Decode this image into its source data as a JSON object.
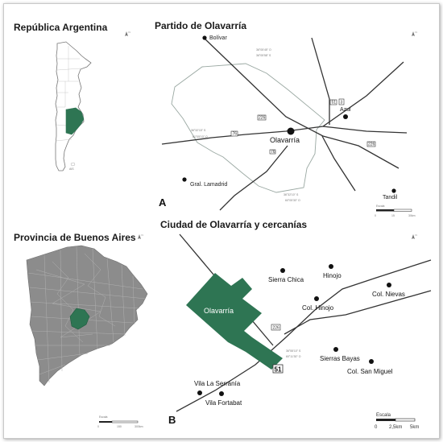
{
  "panels": {
    "argentina": {
      "title": "República Argentina",
      "islands_label": "AIS"
    },
    "olavarria_partido": {
      "title": "Partido de Olavarría",
      "letter": "A",
      "places": [
        "Bolívar",
        "Azul",
        "Olavarría",
        "Gral. Lamadrid",
        "Tandil"
      ],
      "routes": [
        "226",
        "51",
        "3",
        "226",
        "76"
      ],
      "coordinates": [
        "36°05'45\" O",
        "36°05'58\" S",
        "36°32'15\" S",
        "61°05'10\" O",
        "36°32'10\" S",
        "60°05'30\" O"
      ],
      "scale": {
        "title": "Escala",
        "ticks": [
          "0",
          "15",
          "30km"
        ]
      }
    },
    "buenos_aires": {
      "title": "Provincia de Buenos Aires",
      "scale": {
        "title": "Escala",
        "ticks": [
          "0",
          "150",
          "300km"
        ]
      }
    },
    "ciudad": {
      "title": "Ciudad de Olavarría y cercanías",
      "letter": "B",
      "city_label": "Olavarría",
      "places": [
        "Sierra Chica",
        "Hinojo",
        "Col. Hinojo",
        "Col. Nievas",
        "Sierras Bayas",
        "Col. San Miguel",
        "Vila La Serranía",
        "Vila Fortabat"
      ],
      "routes": [
        "226",
        "51"
      ],
      "coordinates": [
        "36°55'10\" S",
        "60°11'30\" O"
      ],
      "scale": {
        "title": "Escala",
        "ticks": [
          "0",
          "2,5km",
          "5km"
        ]
      }
    }
  },
  "colors": {
    "highlight": "#2e7553",
    "province_fill": "#8c8c8c",
    "water": "#ffffff"
  },
  "icons": [
    "north-arrow-icon"
  ]
}
